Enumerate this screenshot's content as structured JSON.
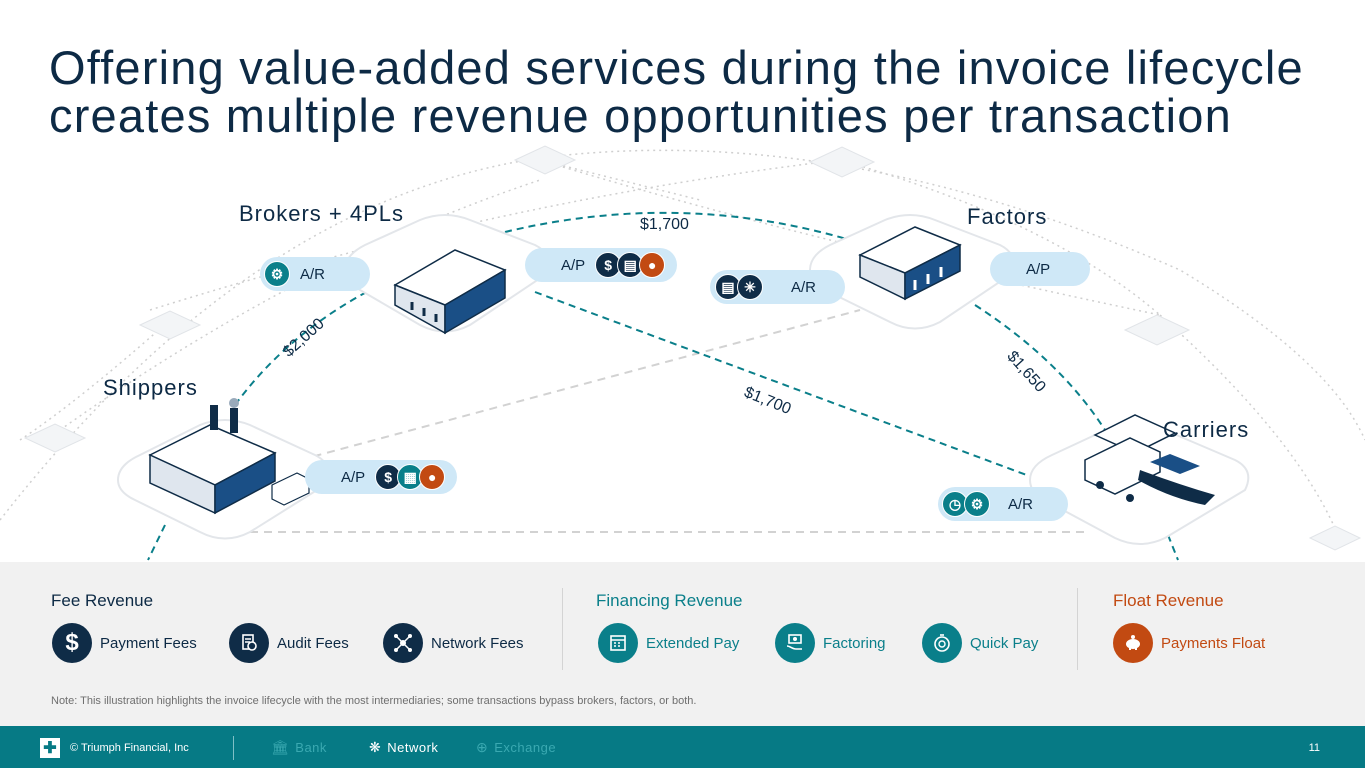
{
  "title": {
    "line1": "Offering value-added services during the invoice lifecycle",
    "line2": "creates multiple revenue opportunities per transaction"
  },
  "nodes": {
    "brokers": "Brokers + 4PLs",
    "factors": "Factors",
    "shippers": "Shippers",
    "carriers": "Carriers"
  },
  "pills": {
    "brokers_ar": {
      "label": "A/R",
      "icons": [
        "factoring-icon"
      ]
    },
    "brokers_ap": {
      "label": "A/P",
      "icons": [
        "dollar-icon",
        "audit-icon",
        "piggy-bank-icon"
      ]
    },
    "factors_ar": {
      "label": "A/R",
      "icons": [
        "audit-icon",
        "network-icon"
      ]
    },
    "factors_ap": {
      "label": "A/P",
      "icons": []
    },
    "shippers_ap": {
      "label": "A/P",
      "icons": [
        "dollar-icon",
        "extended-pay-icon",
        "piggy-bank-icon"
      ]
    },
    "carriers_ar": {
      "label": "A/R",
      "icons": [
        "quick-pay-icon",
        "factoring-icon"
      ]
    }
  },
  "flows": {
    "brokers_to_factors": "$1,700",
    "shippers_to_brokers": "$2,000",
    "brokers_to_carriers": "$1,700",
    "factors_to_carriers": "$1,650"
  },
  "legend": {
    "fee": {
      "title": "Fee Revenue",
      "items": [
        {
          "label": "Payment Fees",
          "icon": "dollar-icon"
        },
        {
          "label": "Audit Fees",
          "icon": "audit-icon"
        },
        {
          "label": "Network Fees",
          "icon": "network-icon"
        }
      ]
    },
    "financing": {
      "title": "Financing Revenue",
      "items": [
        {
          "label": "Extended Pay",
          "icon": "extended-pay-icon"
        },
        {
          "label": "Factoring",
          "icon": "factoring-icon"
        },
        {
          "label": "Quick Pay",
          "icon": "quick-pay-icon"
        }
      ]
    },
    "float": {
      "title": "Float Revenue",
      "items": [
        {
          "label": "Payments Float",
          "icon": "piggy-bank-icon"
        }
      ]
    },
    "note": "Note: This illustration highlights the invoice lifecycle with the most intermediaries; some transactions bypass brokers, factors, or both."
  },
  "colors": {
    "navy": "#0f2c47",
    "teal": "#0a7f8a",
    "orange": "#c24a12",
    "pill": "#cfe8f7",
    "footer": "#067a85"
  },
  "footer": {
    "copyright": "© Triumph Financial, Inc",
    "nav": [
      "Bank",
      "Network",
      "Exchange"
    ],
    "active": "Network",
    "page": "11"
  }
}
